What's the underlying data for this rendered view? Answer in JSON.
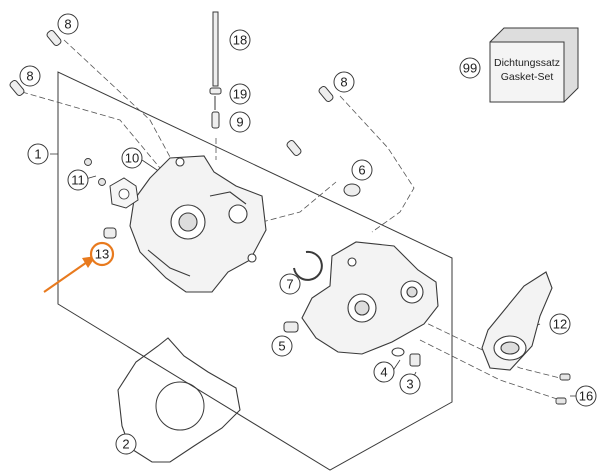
{
  "callouts": [
    {
      "id": "c8a",
      "label": "8"
    },
    {
      "id": "c8b",
      "label": "8"
    },
    {
      "id": "c8c",
      "label": "8"
    },
    {
      "id": "c18",
      "label": "18"
    },
    {
      "id": "c19",
      "label": "19"
    },
    {
      "id": "c9",
      "label": "9"
    },
    {
      "id": "c1",
      "label": "1"
    },
    {
      "id": "c10",
      "label": "10"
    },
    {
      "id": "c11",
      "label": "11"
    },
    {
      "id": "c6",
      "label": "6"
    },
    {
      "id": "c13",
      "label": "13"
    },
    {
      "id": "c7",
      "label": "7"
    },
    {
      "id": "c5",
      "label": "5"
    },
    {
      "id": "c4",
      "label": "4"
    },
    {
      "id": "c3",
      "label": "3"
    },
    {
      "id": "c12",
      "label": "12"
    },
    {
      "id": "c16",
      "label": "16"
    },
    {
      "id": "c2",
      "label": "2"
    },
    {
      "id": "c99",
      "label": "99"
    }
  ],
  "gasket_box": {
    "line1": "Dichtungssatz",
    "line2": "Gasket-Set"
  },
  "colors": {
    "line": "#3a3a3a",
    "highlight": "#e87a1e",
    "box_fill": "#f4f4f4"
  }
}
